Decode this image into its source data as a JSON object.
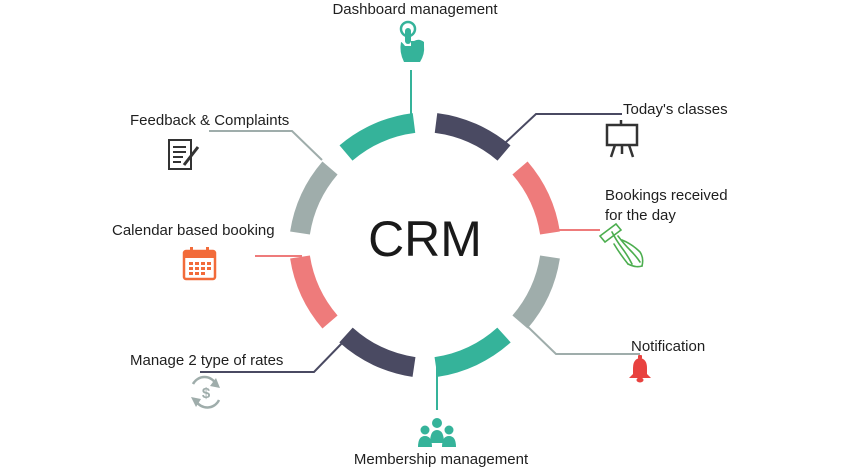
{
  "diagram": {
    "center_label": "CRM",
    "items": [
      {
        "label": "Dashboard management",
        "icon": "hand-pointer-icon"
      },
      {
        "label": "Today's classes",
        "icon": "presentation-board-icon"
      },
      {
        "label": "Bookings received",
        "label_line2": "for the day",
        "icon": "ticket-hand-icon"
      },
      {
        "label": "Notification",
        "icon": "bell-icon"
      },
      {
        "label": "Membership management",
        "icon": "users-group-icon"
      },
      {
        "label": "Manage 2 type of rates",
        "icon": "dollar-cycle-icon"
      },
      {
        "label": "Calendar based booking",
        "icon": "calendar-icon"
      },
      {
        "label": "Feedback & Complaints",
        "icon": "document-pen-icon"
      }
    ],
    "colors": {
      "teal": "#35b39a",
      "navy": "#4a4a62",
      "salmon": "#ee7b7b",
      "gray": "#9fadab",
      "orange": "#f26b3a",
      "red": "#e8423f",
      "green": "#4cae4f",
      "icon_dark": "#333333",
      "leader": "#3e3e3e"
    }
  }
}
